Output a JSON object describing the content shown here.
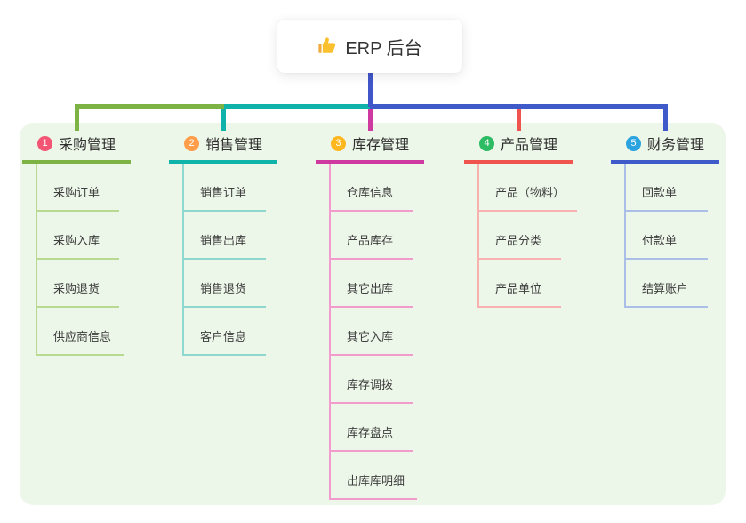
{
  "root": {
    "label": "ERP 后台",
    "icon": "thumbs-up"
  },
  "connector_color": "#4156c8",
  "panel_bg": "#edf7e9",
  "branches": [
    {
      "num": "1",
      "label": "采购管理",
      "badge_color": "#f35574",
      "line_color": "#7db344",
      "light_color": "#b7da90",
      "items": [
        "采购订单",
        "采购入库",
        "采购退货",
        "供应商信息"
      ]
    },
    {
      "num": "2",
      "label": "销售管理",
      "badge_color": "#ff9d49",
      "line_color": "#10b3aa",
      "light_color": "#8ed8cf",
      "items": [
        "销售订单",
        "销售出库",
        "销售退货",
        "客户信息"
      ]
    },
    {
      "num": "3",
      "label": "库存管理",
      "badge_color": "#ffb71f",
      "line_color": "#ce3aa0",
      "light_color": "#f29ccd",
      "items": [
        "仓库信息",
        "产品库存",
        "其它出库",
        "其它入库",
        "库存调拨",
        "库存盘点",
        "出库库明细"
      ]
    },
    {
      "num": "4",
      "label": "产品管理",
      "badge_color": "#2dbb63",
      "line_color": "#f0544f",
      "light_color": "#f8b1ae",
      "items": [
        "产品（物料）",
        "产品分类",
        "产品单位"
      ]
    },
    {
      "num": "5",
      "label": "财务管理",
      "badge_color": "#2aa3e0",
      "line_color": "#3f5ac9",
      "light_color": "#a9bfe7",
      "items": [
        "回款单",
        "付款单",
        "结算账户"
      ]
    }
  ]
}
